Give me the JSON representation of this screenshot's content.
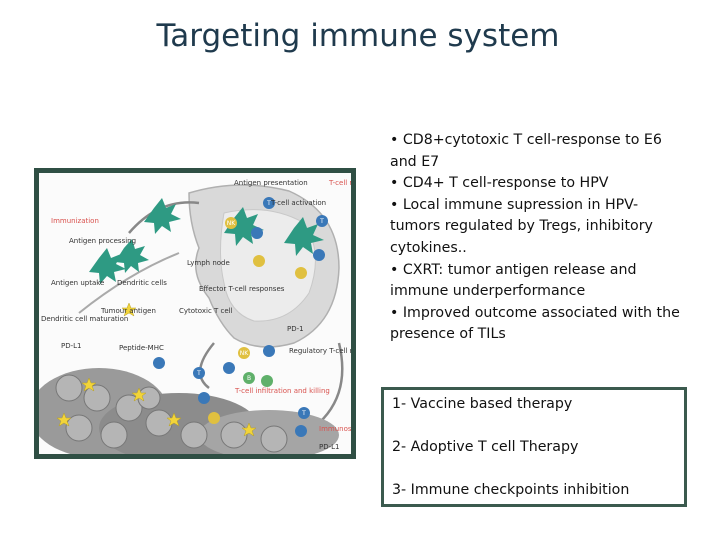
{
  "slide": {
    "title": "Targeting immune system"
  },
  "figure": {
    "labels": {
      "immunization": "Immunization",
      "antigen_processing": "Antigen processing",
      "antigen_uptake": "Antigen uptake",
      "dendritic_cells": "Dendritic cells",
      "dendritic_maturation": "Dendritic cell maturation",
      "tumour_antigen": "Tumour antigen",
      "pd_l1_left": "PD-L1",
      "peptide_mhc": "Peptide-MHC",
      "antigen_presentation": "Antigen presentation",
      "t_cell_activation": "T-cell activation",
      "t_cell_response": "T-cell respon",
      "lymph_node": "Lymph node",
      "effector_responses": "Effector T-cell responses",
      "cytotoxic_t_cell": "Cytotoxic T cell",
      "pd_1": "PD-1",
      "regulatory_responses": "Regulatory T-cell responses",
      "infiltration_killing": "T-cell infiltration and killing",
      "immunosup": "Immunosup",
      "pd_l1_right": "PD-L1",
      "cell_letters": {
        "t": "T",
        "nk": "NK",
        "b": "B"
      }
    }
  },
  "bullets": [
    "• CD8+cytotoxic T cell-response to E6 and E7",
    "• CD4+ T cell-response to HPV",
    "• Local immune supression in HPV-tumors regulated by Tregs, inhibitory cytokines..",
    "• CXRT:  tumor antigen release and immune underperformance",
    "• Improved outcome associated with the presence of TILs"
  ],
  "therapies": [
    "1- Vaccine based therapy",
    "2- Adoptive T cell Therapy",
    "3- Immune checkpoints inhibition"
  ],
  "colors": {
    "title": "#1f3a4d",
    "frame": "#2f4f44",
    "box_border": "#3b5a4e",
    "label_red": "#d9534f",
    "dendritic": "#2e9a83",
    "t_cell": "#3a78b8",
    "tumour": "#9a9a9a"
  }
}
